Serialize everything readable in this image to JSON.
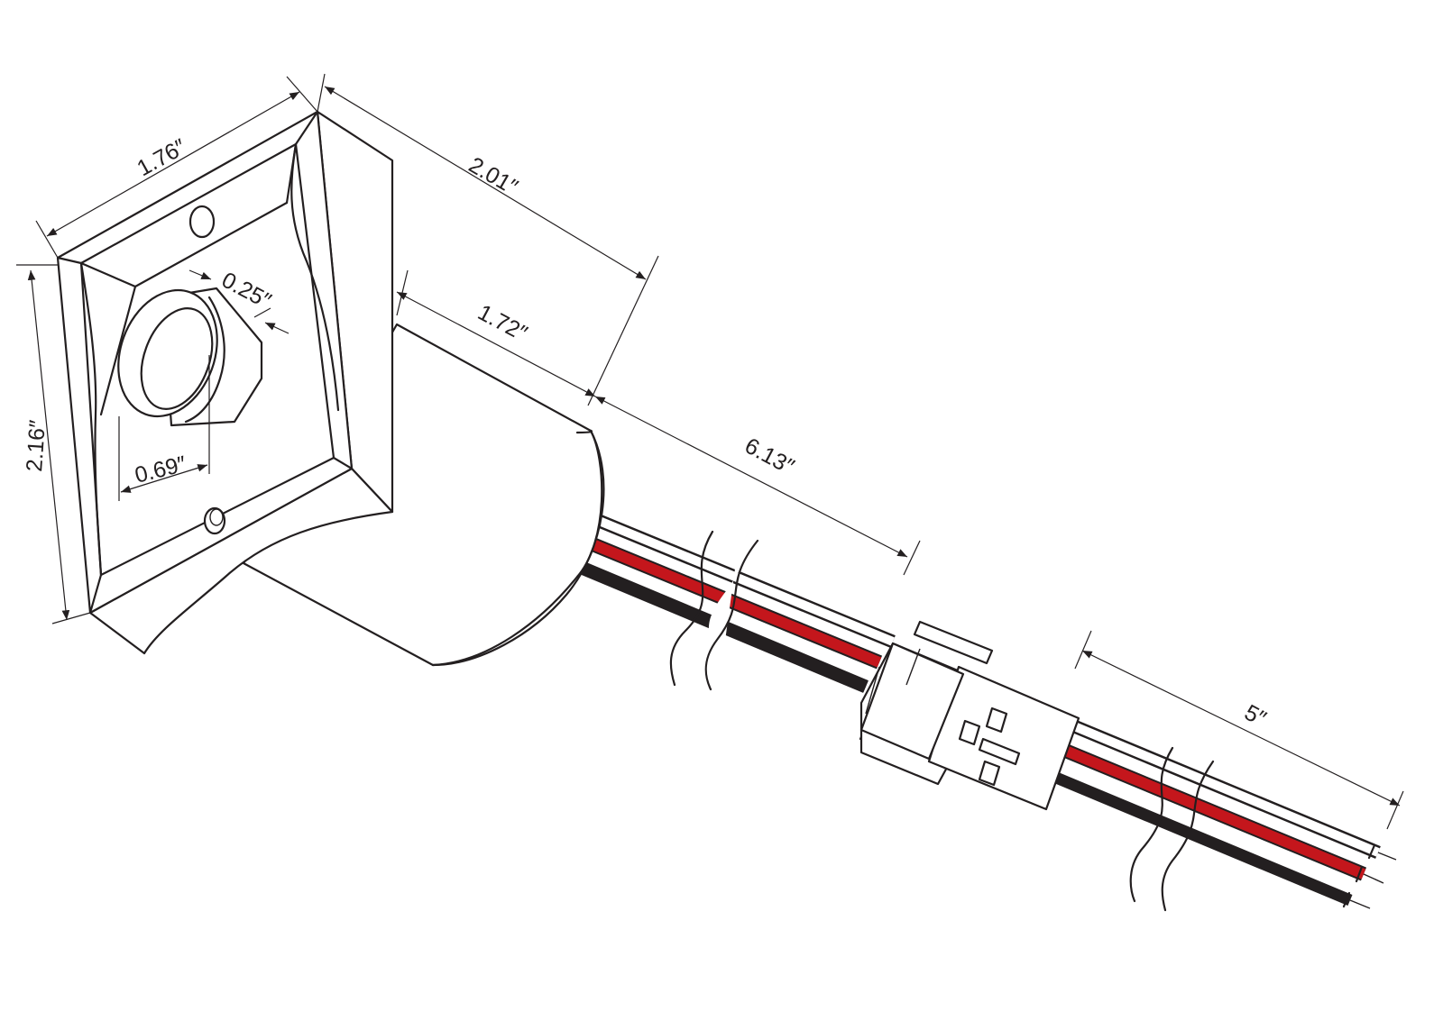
{
  "diagram": {
    "dimensions": {
      "top_width": "1.76″",
      "side_height": "2.16″",
      "depth_overall": "2.01″",
      "body_length": "1.72″",
      "lead_to_connector": "6.13″",
      "lens_recess": "0.25″",
      "lens_diameter": "0.69″",
      "lead_after_connector": "5″"
    },
    "wire_colors": {
      "line": "#231f20",
      "red": "#c4161c",
      "white": "#ffffff",
      "black": "#231f20"
    }
  }
}
